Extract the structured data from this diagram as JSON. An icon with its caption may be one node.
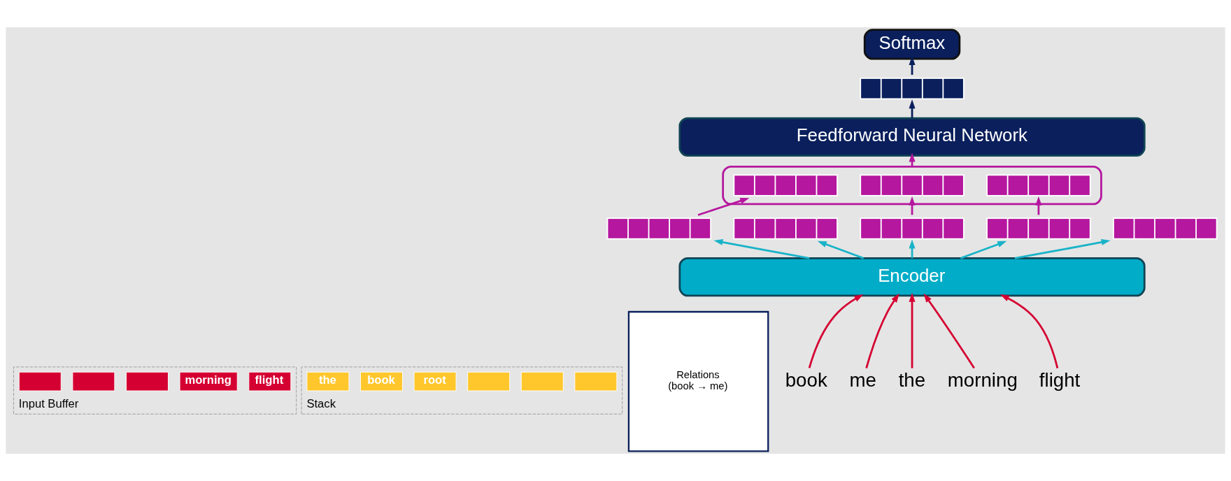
{
  "diagram": {
    "nodes": [
      {
        "text": [
          "Input Buffer"
        ]
      },
      {
        "text": [],
        "shape": "box",
        "in": 0
      },
      {
        "text": [],
        "shape": "box",
        "in": 0
      },
      {
        "text": [],
        "shape": "box",
        "in": 0
      },
      {
        "text": [
          "morning"
        ],
        "in": 0
      },
      {
        "text": [
          "flight"
        ],
        "in": 0
      },
      {
        "text": [
          "Stack"
        ]
      },
      {
        "text": [
          "the"
        ],
        "in": 6
      },
      {
        "text": [
          "book"
        ],
        "in": 6
      },
      {
        "text": [
          "root"
        ],
        "in": 6
      },
      {
        "text": [],
        "shape": "box",
        "in": 6
      },
      {
        "text": [],
        "shape": "box",
        "in": 6
      },
      {
        "text": [],
        "shape": "box",
        "in": 6
      },
      {
        "text": [
          "Relations",
          "(book → me)"
        ]
      },
      {
        "text": [
          "Softmax"
        ]
      },
      {
        "text": [],
        "shape": "bar"
      },
      {
        "text": [
          "Feedforward Neural Network"
        ]
      },
      {
        "text": [],
        "shape": "box"
      },
      {
        "text": [],
        "shape": "bar",
        "in": 17
      },
      {
        "text": [],
        "shape": "bar",
        "in": 17
      },
      {
        "text": [],
        "shape": "bar",
        "in": 17
      },
      {
        "text": [],
        "shape": "bar"
      },
      {
        "text": [],
        "shape": "bar"
      },
      {
        "text": [],
        "shape": "bar"
      },
      {
        "text": [],
        "shape": "bar"
      },
      {
        "text": [],
        "shape": "bar"
      },
      {
        "text": [
          "Encoder"
        ]
      },
      {
        "text": [
          "book"
        ]
      },
      {
        "text": [
          "me"
        ]
      },
      {
        "text": [
          "the"
        ]
      },
      {
        "text": [
          "morning"
        ]
      },
      {
        "text": [
          "flight"
        ]
      }
    ],
    "edges": [
      {
        "from": 15,
        "to": 14,
        "arrow": "to",
        "color": "#0a1f5c"
      },
      {
        "from": 16,
        "to": 15,
        "arrow": "to",
        "color": "#0a1f5c"
      },
      {
        "from": 17,
        "to": 16,
        "arrow": "to",
        "color": "#b5179e"
      },
      {
        "from": 21,
        "to": 18,
        "arrow": "to",
        "color": "#b5179e"
      },
      {
        "from": 23,
        "to": 19,
        "arrow": "to",
        "color": "#b5179e"
      },
      {
        "from": 24,
        "to": 20,
        "arrow": "to",
        "color": "#b5179e"
      },
      {
        "from": 26,
        "to": 21,
        "arrow": "to",
        "color": "#19b3c8"
      },
      {
        "from": 26,
        "to": 22,
        "arrow": "to",
        "color": "#19b3c8"
      },
      {
        "from": 26,
        "to": 23,
        "arrow": "to",
        "color": "#19b3c8"
      },
      {
        "from": 26,
        "to": 24,
        "arrow": "to",
        "color": "#19b3c8"
      },
      {
        "from": 26,
        "to": 25,
        "arrow": "to",
        "color": "#19b3c8"
      },
      {
        "from": 27,
        "to": 26,
        "arrow": "to",
        "color": "#d50032"
      },
      {
        "from": 28,
        "to": 26,
        "arrow": "to",
        "color": "#d50032"
      },
      {
        "from": 29,
        "to": 26,
        "arrow": "to",
        "color": "#d50032"
      },
      {
        "from": 30,
        "to": 26,
        "arrow": "to",
        "color": "#d50032"
      },
      {
        "from": 31,
        "to": 26,
        "arrow": "to",
        "color": "#d50032"
      }
    ]
  }
}
